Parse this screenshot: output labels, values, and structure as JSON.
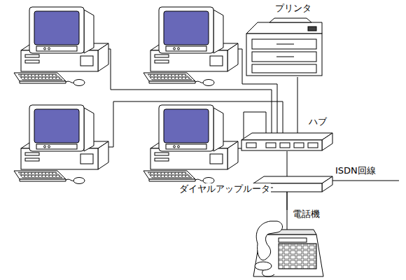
{
  "diagram": {
    "nodes": [
      {
        "text": [
          "プリンタ"
        ]
      },
      {
        "text": [
          "ハブ"
        ]
      },
      {
        "text": [
          "ダイヤルアップルータ"
        ]
      },
      {
        "text": [
          "電話機"
        ]
      }
    ],
    "edges": [
      {
        "from": 0,
        "to": 1,
        "arrow": "none"
      },
      {
        "from": 1,
        "to": 2,
        "arrow": "none"
      },
      {
        "from": 2,
        "to": 3,
        "arrow": "none"
      }
    ],
    "labels": [
      "ISDN回線"
    ]
  }
}
